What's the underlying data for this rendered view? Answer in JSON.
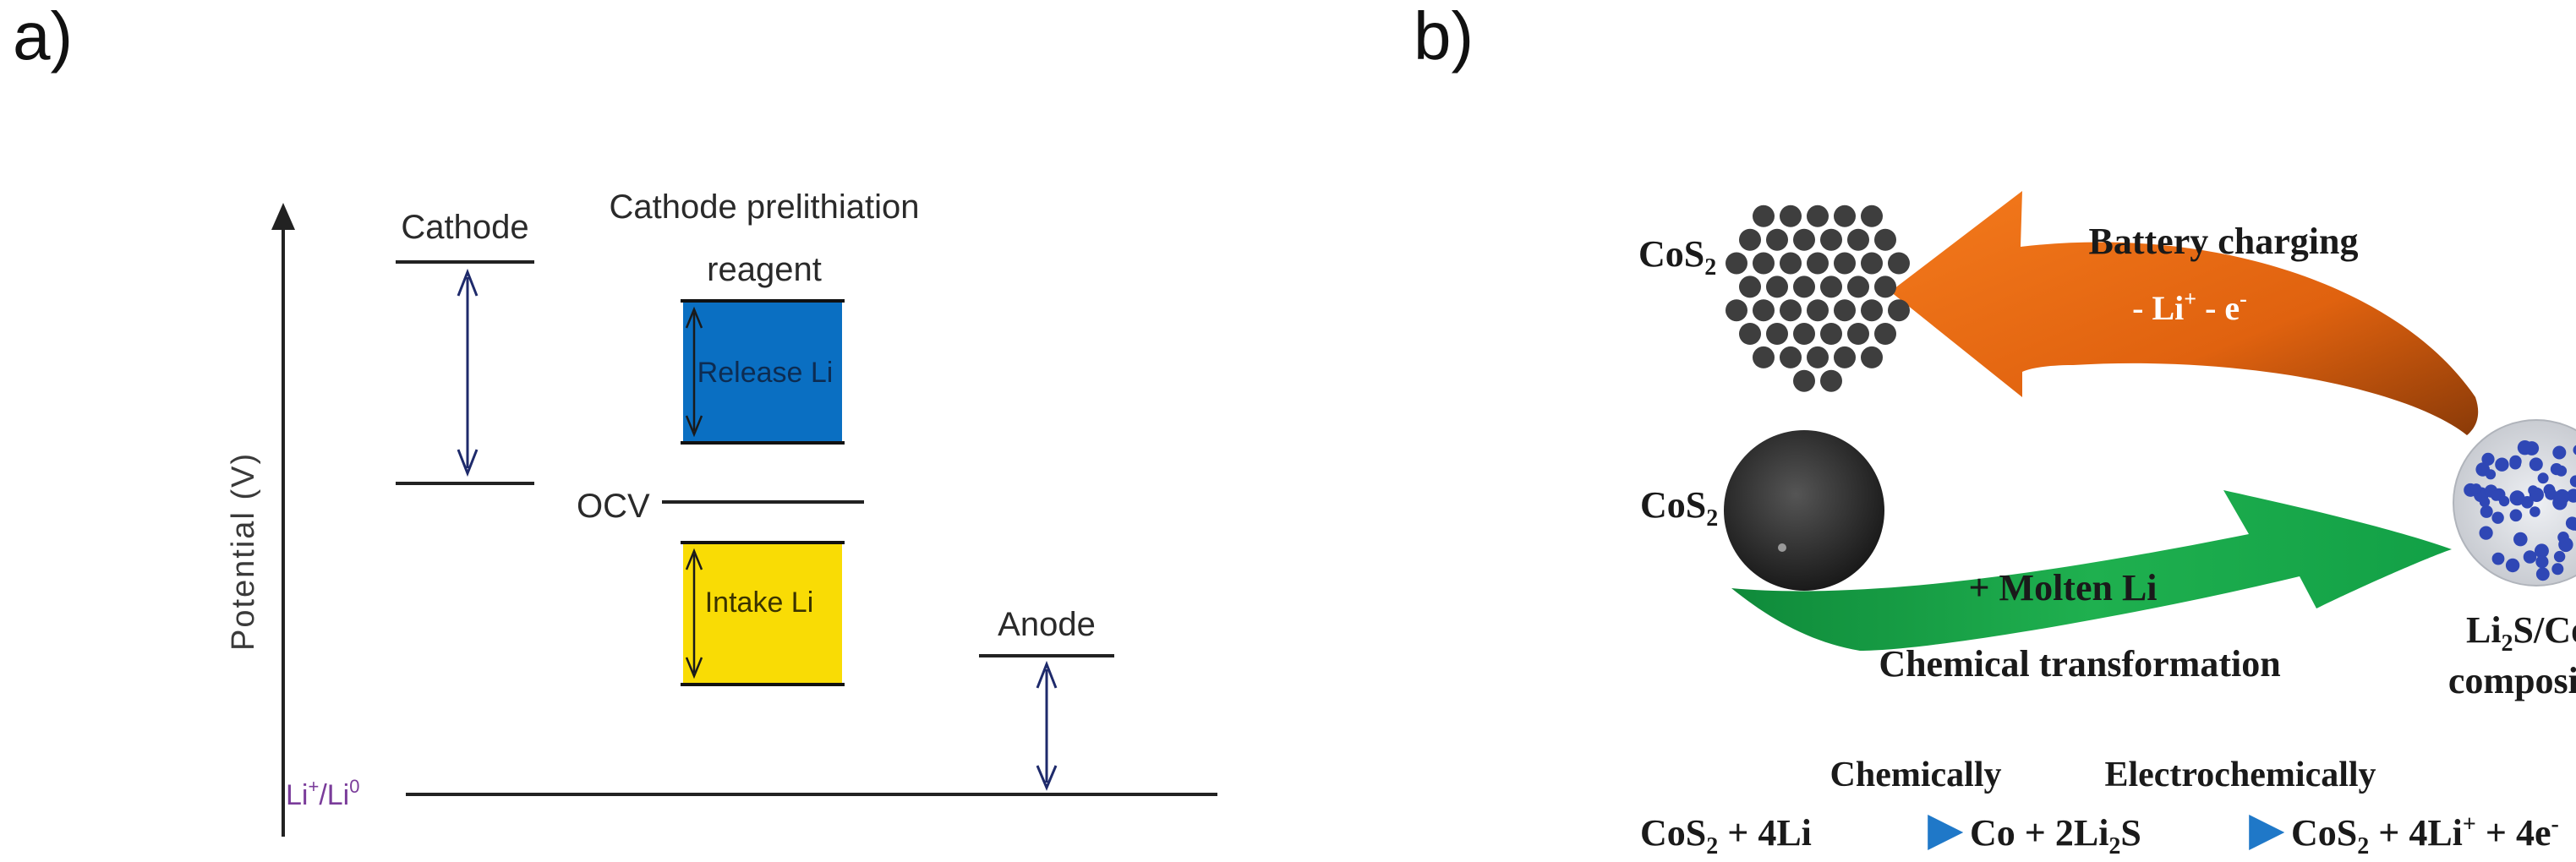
{
  "panel_a": {
    "label": "a)",
    "y_axis_label": "Potential (V)",
    "cathode": "Cathode",
    "reagent_line1": "Cathode prelithiation",
    "reagent_line2": "reagent",
    "release": "Release Li",
    "intake": "Intake Li",
    "ocv": "OCV",
    "anode": "Anode",
    "reference": {
      "base": "Li",
      "sup1": "+",
      "slash": "/Li",
      "sup2": "0"
    },
    "colors": {
      "release": "#0a6fc2",
      "intake": "#f9dc05",
      "axis": "#222222",
      "arrow": "#1e2a6b",
      "reference": "#7a3c9a"
    }
  },
  "panel_b": {
    "label": "b)",
    "cos2_top": {
      "main": "CoS",
      "sub": "2"
    },
    "cos2_bottom": {
      "main": "CoS",
      "sub": "2"
    },
    "charging_title": "Battery charging",
    "charging_formula": {
      "p1": "- Li",
      "sup1": "+",
      "p2": " - e",
      "sup2": "-"
    },
    "molten": "+ Molten Li",
    "chem_transform": "Chemical transformation",
    "composite": {
      "p1": "Li",
      "sub": "2",
      "p2": "S/Co",
      "line2": "composite"
    },
    "colors": {
      "orange": "#ee6b14",
      "green": "#1aa64a",
      "dots": "#3e3e3e",
      "composite_dots": "#2f47b5",
      "sphere": "#2c2c2c"
    }
  },
  "equation": {
    "chemically": "Chemically",
    "electrochemically": "Electrochemically",
    "lhs": {
      "p1": "CoS",
      "sub": "2",
      "p2": " + 4Li"
    },
    "mid": {
      "p1": "Co + 2Li",
      "sub": "2",
      "p2": "S"
    },
    "rhs": {
      "p1": "CoS",
      "sub1": "2",
      "p2": " + 4Li",
      "sup1": "+",
      "p3": " + 4e",
      "sup2": "-"
    }
  }
}
